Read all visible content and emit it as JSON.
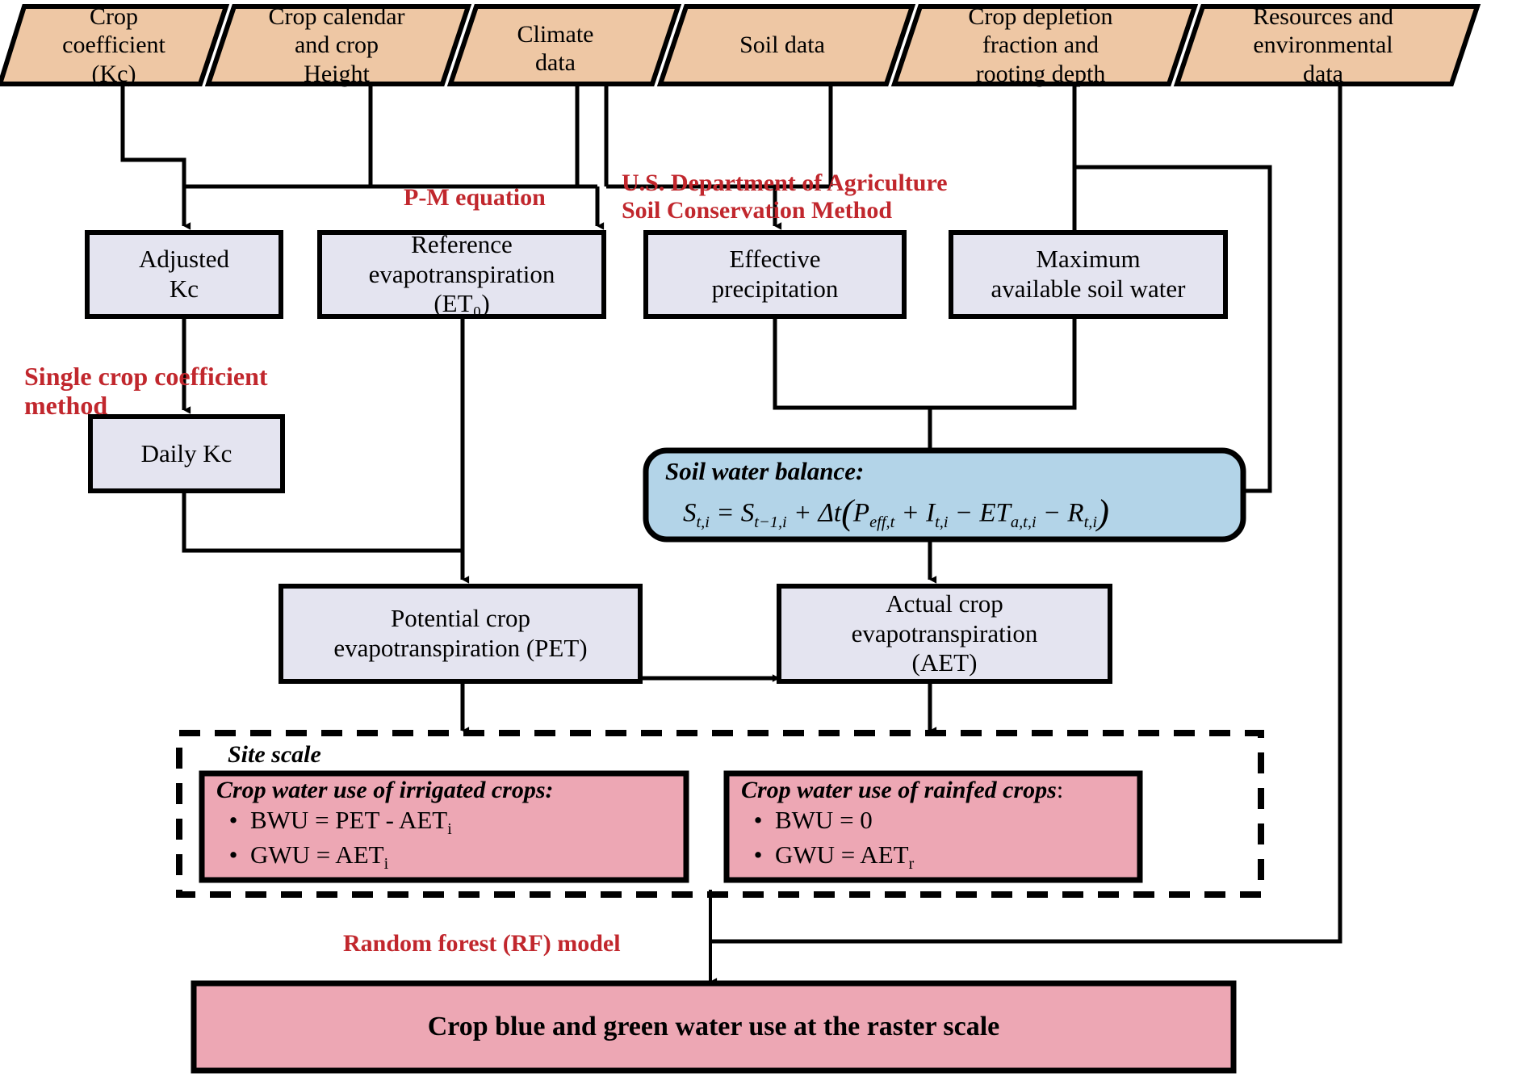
{
  "diagram": {
    "title": "Crop blue and green water use modelling framework",
    "colors": {
      "io_fill": "#eec7a4",
      "process_fill": "#e4e4f0",
      "balance_fill": "#b3d4e8",
      "output_fill": "#eda7b4",
      "stroke": "#000000",
      "red": "#c1272d"
    },
    "inputs": [
      {
        "id": "crop-coefficient",
        "lines": [
          "Crop",
          "coefficient",
          "(Kc)"
        ]
      },
      {
        "id": "crop-calendar",
        "lines": [
          "Crop calendar",
          "and crop",
          "Height"
        ]
      },
      {
        "id": "climate-data",
        "lines": [
          "Climate",
          "data"
        ]
      },
      {
        "id": "soil-data",
        "lines": [
          "Soil data"
        ]
      },
      {
        "id": "crop-depletion",
        "lines": [
          "Crop depletion",
          "fraction and",
          "rooting depth"
        ]
      },
      {
        "id": "resources-environmental",
        "lines": [
          "Resources and",
          "environmental",
          "data"
        ]
      }
    ],
    "processes": [
      {
        "id": "adjusted-kc",
        "lines": [
          "Adjusted",
          "Kc"
        ]
      },
      {
        "id": "reference-et",
        "lines": [
          "Reference",
          "evapotranspiration",
          "(ET₀)"
        ]
      },
      {
        "id": "effective-precipitation",
        "lines": [
          "Effective",
          "precipitation"
        ]
      },
      {
        "id": "max-available-soil-water",
        "lines": [
          "Maximum",
          "available soil water"
        ]
      },
      {
        "id": "daily-kc",
        "lines": [
          "Daily Kc"
        ]
      },
      {
        "id": "potential-et",
        "lines": [
          "Potential crop",
          "evapotranspiration (PET)"
        ]
      },
      {
        "id": "actual-et",
        "lines": [
          "Actual crop",
          "evapotranspiration",
          "(AET)"
        ]
      }
    ],
    "soil_water_balance": {
      "title": "Soil water balance:",
      "equation_plain": "S(t,i) = S(t-1,i) + Δt(P(eff,t) + I(t,i) − ET(a,t,i) − R(t,i))",
      "equation_parts": {
        "lhs_base": "S",
        "lhs_sub": "t,i",
        "eq": "=",
        "term1_base": "S",
        "term1_sub": "t−1,i",
        "plus1": "+",
        "dt": "Δt",
        "open": "(",
        "term2_base": "P",
        "term2_sub": "eff,t",
        "plus2": "+",
        "term3_base": "I",
        "term3_sub": "t,i",
        "minus1": "−",
        "term4_base": "ET",
        "term4_sub": "a,t,i",
        "minus2": "−",
        "term5_base": "R",
        "term5_sub": "t,i",
        "close": ")"
      }
    },
    "red_labels": [
      {
        "id": "pm-equation",
        "text": "P-M equation"
      },
      {
        "id": "usda-method",
        "line1": "U.S. Department of Agriculture",
        "line2": "Soil Conservation Method"
      },
      {
        "id": "single-crop-coefficient",
        "line1": "Single crop coefficient",
        "line2": "method"
      },
      {
        "id": "random-forest",
        "text": "Random forest (RF) model"
      }
    ],
    "site_scale": {
      "label": "Site scale",
      "irrigated": {
        "heading": "Crop water use of irrigated crops:",
        "bullets": [
          {
            "bullet": "•",
            "text": "BWU = PET - AET",
            "sub": "i"
          },
          {
            "bullet": "•",
            "text": "GWU = AET",
            "sub": "i"
          }
        ]
      },
      "rainfed": {
        "heading": "Crop water use of rainfed crops",
        "heading_suffix": ":",
        "bullets": [
          {
            "bullet": "•",
            "text": "BWU = 0",
            "sub": ""
          },
          {
            "bullet": "•",
            "text": "GWU = AET",
            "sub": "r"
          }
        ]
      }
    },
    "final_output": {
      "id": "raster-scale-output",
      "text": "Crop blue and green water use at the raster scale"
    }
  }
}
